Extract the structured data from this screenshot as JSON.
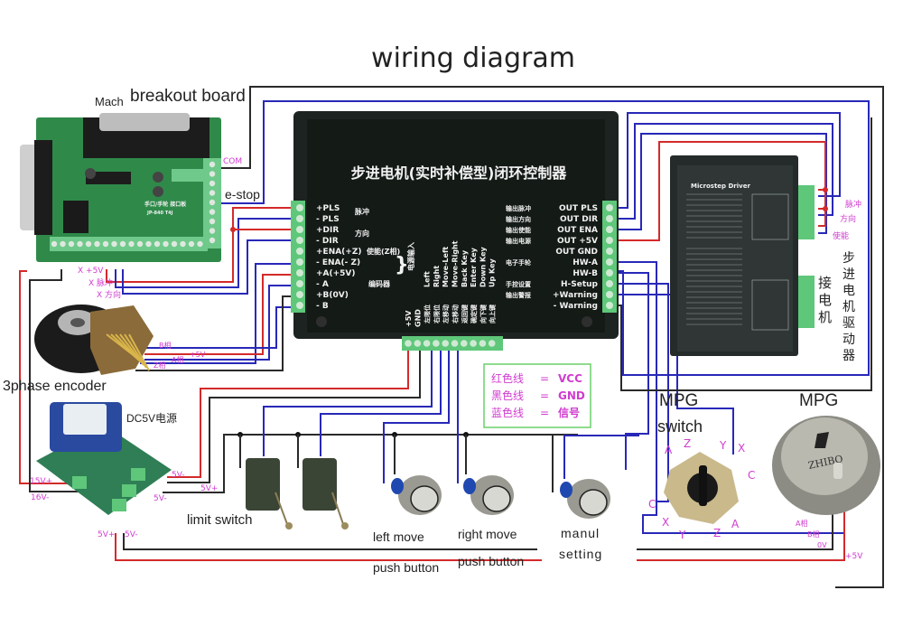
{
  "title": "wiring diagram",
  "colors": {
    "red_wire": "#d42a2a",
    "blue_wire": "#2828b8",
    "black_wire": "#2a2a2a",
    "label_magenta": "#d03cd0",
    "board_green": "#2f8a4a",
    "terminal_green": "#5ec77a",
    "controller_black": "#141a16",
    "legend_border": "#6ad06a"
  },
  "breakout_board": {
    "title_prefix": "Mach",
    "title": "breakout board",
    "com_label": "COM",
    "estop_label": "e-stop",
    "x_5v_label": "X +5V",
    "x_pulse_label": "X 脉冲",
    "x_dir_label": "X 方向",
    "silk_text": "手口/手轮 接口板",
    "silk_model": "JP-840 T4J"
  },
  "controller": {
    "title": "步进电机(实时补偿型)闭环控制器",
    "left_terminals": [
      {
        "label": "+PLS",
        "group": "脉冲"
      },
      {
        "label": "- PLS",
        "group": ""
      },
      {
        "label": "+DIR",
        "group": "方向"
      },
      {
        "label": "- DIR",
        "group": ""
      },
      {
        "label": "+ENA(+Z)",
        "group": "使能(Z相)"
      },
      {
        "label": "- ENA(- Z)",
        "group": ""
      },
      {
        "label": "+A(+5V)",
        "group": ""
      },
      {
        "label": "- A",
        "group": "编码器"
      },
      {
        "label": "+B(0V)",
        "group": ""
      },
      {
        "label": "- B",
        "group": ""
      }
    ],
    "right_terminals": [
      {
        "cn": "输出脉冲",
        "label": "OUT PLS"
      },
      {
        "cn": "输出方向",
        "label": "OUT DIR"
      },
      {
        "cn": "输出使能",
        "label": "OUT ENA"
      },
      {
        "cn": "输出电源",
        "label": "OUT +5V"
      },
      {
        "cn": "",
        "label": "OUT GND"
      },
      {
        "cn": "电子手轮",
        "label": "HW-A"
      },
      {
        "cn": "",
        "label": "HW-B"
      },
      {
        "cn": "手控设置",
        "label": "H-Setup"
      },
      {
        "cn": "输出警报",
        "label": "+Warning"
      },
      {
        "cn": "",
        "label": "- Warning"
      }
    ],
    "bottom_group_label": "电源输入",
    "bottom_terminals": [
      {
        "cn": "",
        "label": "+5V"
      },
      {
        "cn": "",
        "label": "GND"
      },
      {
        "cn": "左限位",
        "label": "Left"
      },
      {
        "cn": "右限位",
        "label": "Right"
      },
      {
        "cn": "左移动",
        "label": "Move-Left"
      },
      {
        "cn": "右移动",
        "label": "Move-Right"
      },
      {
        "cn": "返回键",
        "label": "Back Key"
      },
      {
        "cn": "确定键",
        "label": "Enter Key"
      },
      {
        "cn": "向下键",
        "label": "Down Key"
      },
      {
        "cn": "向上键",
        "label": "Up Key"
      }
    ]
  },
  "stepper_driver": {
    "panel_title": "Microstep Driver",
    "pulse_label": "脉冲",
    "dir_label": "方向",
    "ena_label": "使能",
    "motor_label": [
      "接",
      "电",
      "机"
    ],
    "name_label": [
      "步",
      "进",
      "电",
      "机",
      "驱",
      "动",
      "器"
    ]
  },
  "encoder": {
    "name": "3phase encoder",
    "b_phase": "B相",
    "plus5v": "+5V",
    "a_phase": "A相",
    "z_phase": "Z相"
  },
  "power_supply": {
    "name": "DC5V电源",
    "in_plus": "15V+",
    "in_minus": "16V-",
    "out1_minus": "5V-",
    "out1_plus": "5V+",
    "out2_minus": "5V-",
    "out3_plus": "5V+",
    "out3_minus": "5V-"
  },
  "limit_switch": {
    "label": "limit switch"
  },
  "push_buttons": {
    "left_move": "left move",
    "right_move": "right move",
    "manual_setting_1": "manul",
    "manual_setting_2": "setting",
    "push_button_1": "push button",
    "push_button_2": "push button"
  },
  "legend": {
    "rows": [
      {
        "name": "红色线",
        "eq": "=",
        "value": "VCC"
      },
      {
        "name": "黑色线",
        "eq": "=",
        "value": "GND"
      },
      {
        "name": "蓝色线",
        "eq": "=",
        "value": "信号"
      }
    ]
  },
  "mpg_switch": {
    "title_1": "MPG",
    "title_2": "switch",
    "pins_top": [
      "A",
      "Z",
      "Y",
      "X"
    ],
    "pins_side_right": "C",
    "pins_side_left": "C",
    "pins_bottom": [
      "X",
      "Y",
      "Z",
      "A"
    ]
  },
  "mpg": {
    "title": "MPG",
    "brand": "ZHIBO",
    "a_phase": "A相",
    "b_phase": "B相",
    "zero_v": "0V",
    "plus5v": "+5V"
  }
}
